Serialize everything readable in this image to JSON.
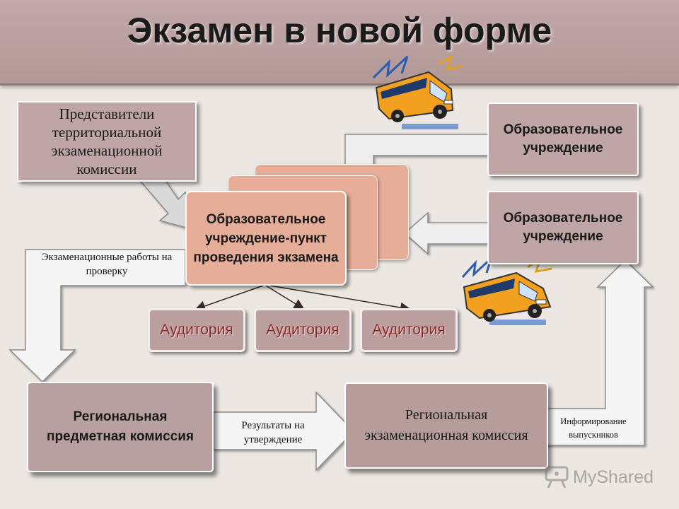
{
  "title": "Экзамен в новой форме",
  "boxes": {
    "territorial_commission": "Представители территориальной экзаменационной комиссии",
    "edu_institution_1": "Образовательное учреждение",
    "edu_institution_2": "Образовательное учреждение",
    "exam_point": "Образовательное учреждение-пункт проведения экзамена",
    "regional_subject_commission": "Региональная предметная комиссия",
    "regional_exam_commission": "Региональная экзаменационная комиссия"
  },
  "auditoriums": [
    "Аудитория",
    "Аудитория",
    "Аудитория"
  ],
  "arrow_labels": {
    "exam_works": "Экзаменационные работы на проверку",
    "results_approval": "Результаты на утверждение",
    "inform_graduates": "Информирование выпускников"
  },
  "watermark": "MyShared",
  "icons": {
    "bus_top": "school-bus-icon",
    "bus_right": "school-bus-icon"
  },
  "colors": {
    "header": "#b39898",
    "box": "#bfa5a5",
    "exam_point": "#e6ad98",
    "auditorium_text": "#8a2828"
  }
}
